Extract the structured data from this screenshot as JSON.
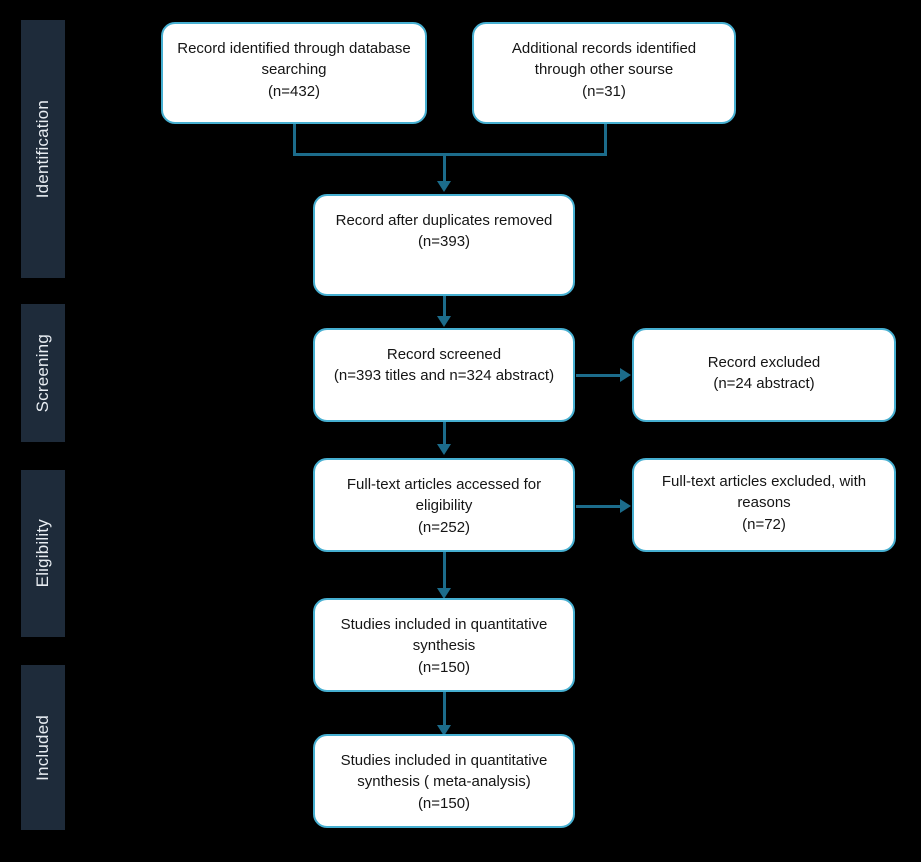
{
  "diagram": {
    "title": "PRISMA flow diagram",
    "colors": {
      "background": "#000000",
      "stage_bar": "#1e2b3a",
      "stage_label_text": "#e8edf2",
      "box_fill": "#ffffff",
      "box_border": "#46afd1",
      "box_text": "#151515",
      "connector": "#1c6c8b"
    },
    "stages": [
      {
        "id": "identification",
        "label": "Identification"
      },
      {
        "id": "screening",
        "label": "Screening"
      },
      {
        "id": "eligibility",
        "label": "Eligibility"
      },
      {
        "id": "included",
        "label": "Included"
      }
    ],
    "boxes": [
      {
        "id": "db-search",
        "text": "Record identified through database searching\n(n=432)",
        "count": 432
      },
      {
        "id": "other-sources",
        "text": "Additional records identified through other sourse\n(n=31)",
        "count": 31
      },
      {
        "id": "duplicates-removed",
        "text": "Record after duplicates removed\n(n=393)",
        "count": 393
      },
      {
        "id": "records-screened",
        "text": "Record screened\n(n=393 titles and n=324 abstract)",
        "count": 393
      },
      {
        "id": "records-excluded",
        "text": "Record excluded\n(n=24 abstract)",
        "count": 24
      },
      {
        "id": "fulltext-assessed",
        "text": "Full-text articles accessed for eligibility\n(n=252)",
        "count": 252
      },
      {
        "id": "fulltext-excluded",
        "text": "Full-text articles excluded, with reasons\n(n=72)",
        "count": 72
      },
      {
        "id": "quantitative-synthesis",
        "text": "Studies included in quantitative synthesis\n(n=150)",
        "count": 150
      },
      {
        "id": "meta-analysis",
        "text": "Studies included in quantitative synthesis ( meta-analysis)\n(n=150)",
        "count": 150
      }
    ]
  }
}
